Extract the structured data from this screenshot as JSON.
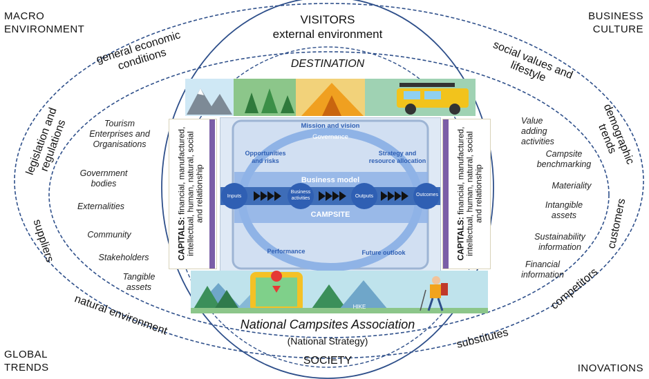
{
  "corners": {
    "top_left": [
      "MACRO",
      "ENVIRONMENT"
    ],
    "top_right": [
      "BUSINESS",
      "CULTURE"
    ],
    "bottom_left": [
      "GLOBAL",
      "TRENDS"
    ],
    "bottom_right": "INOVATIONS"
  },
  "outer_ring": {
    "top_left": [
      "general economic",
      "conditions"
    ],
    "left_upper": [
      "legislation and",
      "regulations"
    ],
    "left_lower": "suppliers",
    "bottom_left": "natural environment",
    "top_right": [
      "social values and",
      "lifestyle"
    ],
    "right_upper": [
      "demographic",
      "trends"
    ],
    "right_mid": "customers",
    "right_lower": "competitors",
    "bottom_right": "substitutes"
  },
  "circle": {
    "top": [
      "VISITORS",
      "external environment"
    ],
    "destination": "DESTINATION",
    "bottom": "SOCIETY",
    "association": "National Campsites Association",
    "strategy": "(National Strategy)"
  },
  "left_items": [
    "Tourism Enterprises and Organisations",
    "Government bodies",
    "Externalities",
    "Community",
    "Stakeholders",
    "Tangible assets"
  ],
  "right_items": [
    "Value adding activities",
    "Campsite benchmarking",
    "Materiality",
    "Intangible assets",
    "Sustainability information",
    "Financial information"
  ],
  "capitals": {
    "bold": "CAPITALS:",
    "line1": " financial, manufactured,",
    "line2": "intellectual, human, natural, social",
    "line3": "and relationship"
  },
  "model": {
    "mission": "Mission and vision",
    "governance": "Governance",
    "opportunities": [
      "Opportunities",
      "and risks"
    ],
    "strategy": [
      "Strategy and",
      "resource allocation"
    ],
    "business_model": "Business model",
    "inputs": "Inputs",
    "activities": [
      "Business",
      "activities"
    ],
    "outputs": "Outputs",
    "outcomes": "Outcomes",
    "campsite": "CAMPSITE",
    "performance": "Performance",
    "future": "Future outlook"
  },
  "banner_bottom": "HIKE",
  "colors": {
    "ring": "#2e4f8a",
    "model_blue": "#2f5fb3",
    "model_light": "#8fb3e6",
    "capitals_bar": "#7b5ea7"
  }
}
